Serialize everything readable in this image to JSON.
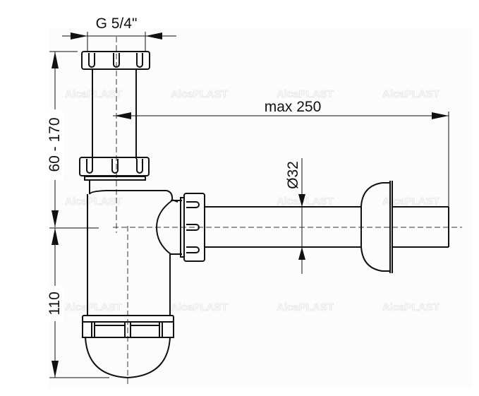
{
  "drawing": {
    "title": "Bottle siphon dimensional drawing",
    "background": "#ffffff",
    "line_color": "#111111",
    "watermark": {
      "brand": "AlcaPLAST",
      "mark": "®",
      "color": "#e6e6e6"
    },
    "dimensions": {
      "thread": {
        "label": "G 5/4\""
      },
      "height_adjust": {
        "label": "60 - 170"
      },
      "lower_height": {
        "label": "110"
      },
      "max_length": {
        "label": "max 250"
      },
      "pipe_diameter": {
        "label": "Ø32"
      }
    }
  }
}
